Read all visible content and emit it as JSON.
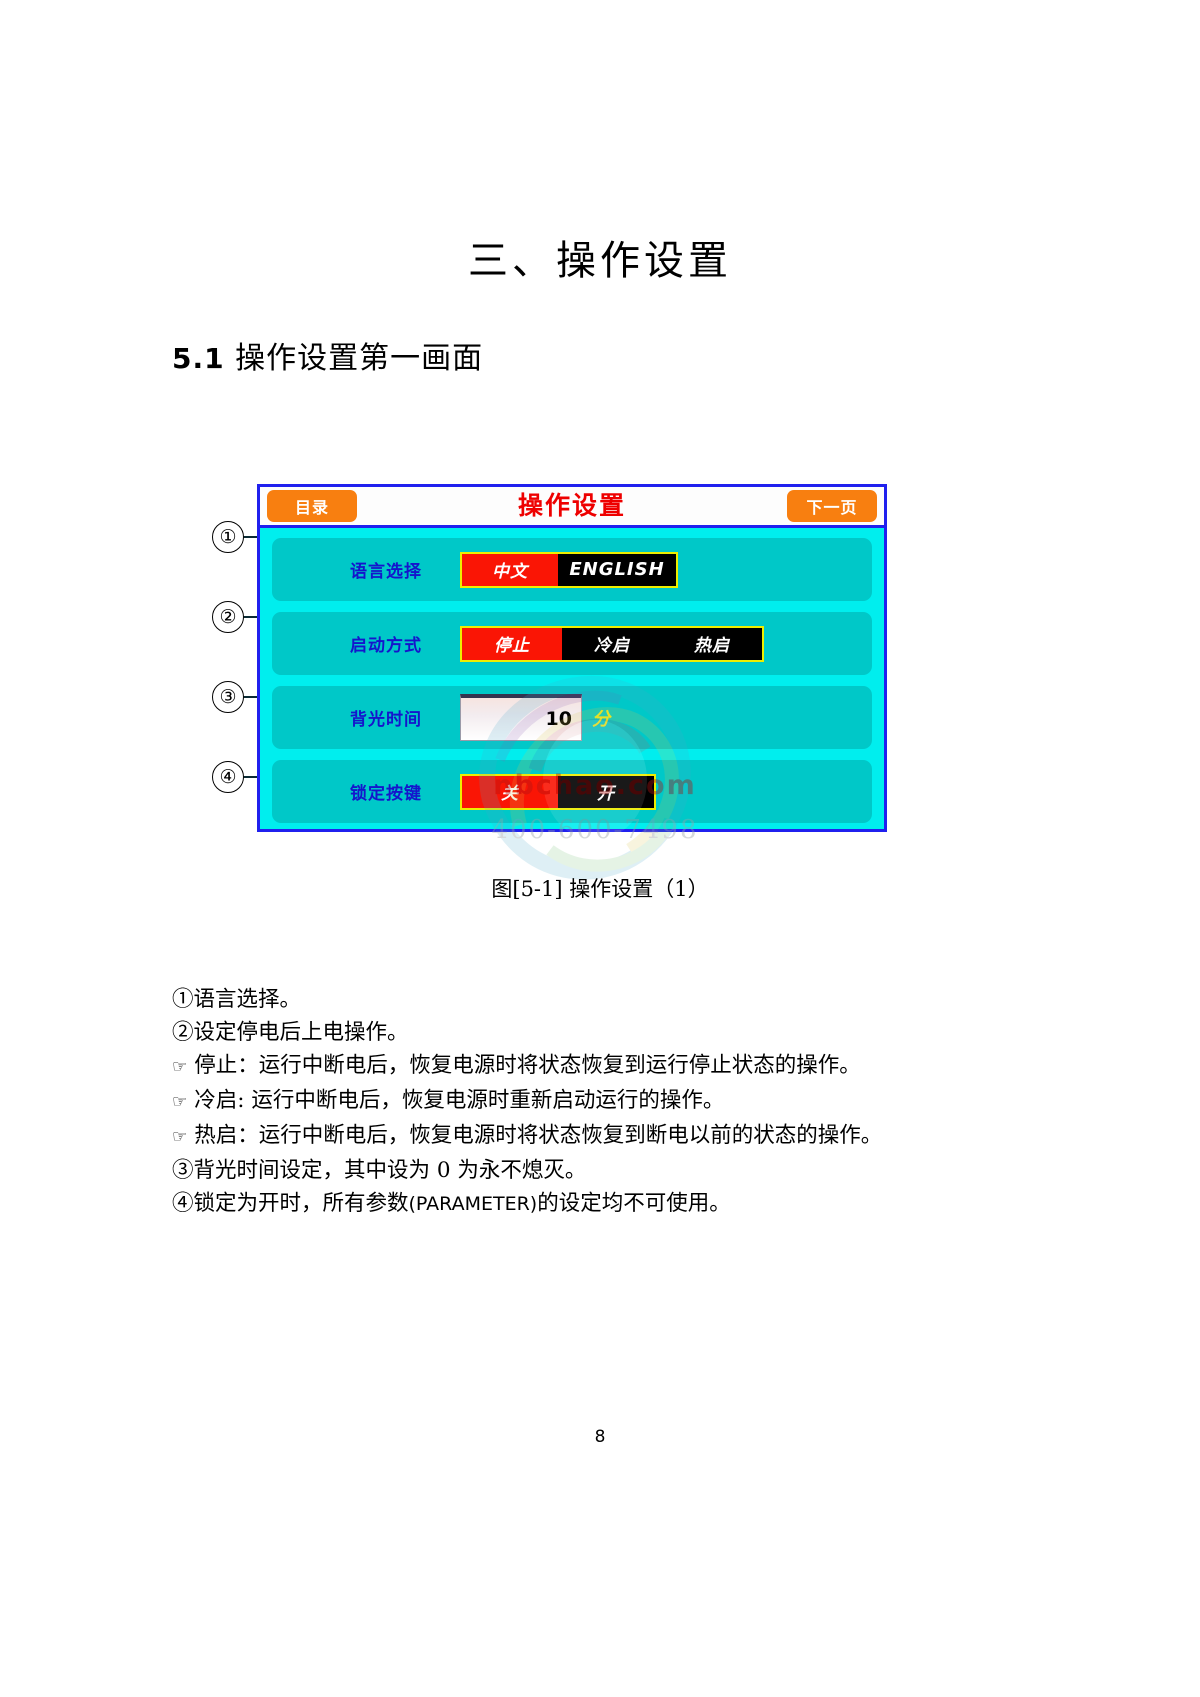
{
  "document": {
    "title": "三、操作设置",
    "section_heading_number": "5.1",
    "section_heading_text": "操作设置第一画面",
    "figure_caption": "图[5-1] 操作设置（1）",
    "page_number": "8"
  },
  "hmi": {
    "header": {
      "menu_button": "目录",
      "title": "操作设置",
      "next_page_button": "下一页"
    },
    "rows": [
      {
        "callout": "①",
        "label": "语言选择",
        "control": "segmented",
        "options": [
          {
            "text": "中文",
            "selected": true
          },
          {
            "text": "ENGLISH",
            "selected": false
          }
        ]
      },
      {
        "callout": "②",
        "label": "启动方式",
        "control": "segmented",
        "options": [
          {
            "text": "停止",
            "selected": true
          },
          {
            "text": "冷启",
            "selected": false
          },
          {
            "text": "热启",
            "selected": false
          }
        ]
      },
      {
        "callout": "③",
        "label": "背光时间",
        "control": "numeric",
        "value": "10",
        "unit": "分"
      },
      {
        "callout": "④",
        "label": "锁定按键",
        "control": "segmented",
        "options": [
          {
            "text": "关",
            "selected": true
          },
          {
            "text": "开",
            "selected": false
          }
        ]
      }
    ]
  },
  "notes": {
    "line1": "①语言选择。",
    "line2": "②设定停电后上电操作。",
    "line3_label": "停止",
    "line3": "停止：运行中断电后，恢复电源时将状态恢复到运行停止状态的操作。",
    "line4": "冷启: 运行中断电后，恢复电源时重新启动运行的操作。",
    "line5": "热启：运行中断电后，恢复电源时将状态恢复到断电以前的状态的操作。",
    "line6": "③背光时间设定，其中设为 0 为永不熄灭。",
    "line7_pre": "④锁定为开时，所有参数",
    "line7_lat": "(PARAMETER)",
    "line7_post": "的设定均不可使用。"
  },
  "watermark": {
    "site": "nbchao.com",
    "phone": "400-600-7498"
  },
  "colors": {
    "panel_border": "#2020ee",
    "panel_bg": "#00eeee",
    "row_bg": "#00c8c8",
    "label_blue": "#1515cc",
    "selected_red": "#fa1505",
    "seg_border_yellow": "#eeee00",
    "button_orange": "#f87f10",
    "title_red": "#ee0000",
    "unit_yellow": "#e8e820"
  }
}
